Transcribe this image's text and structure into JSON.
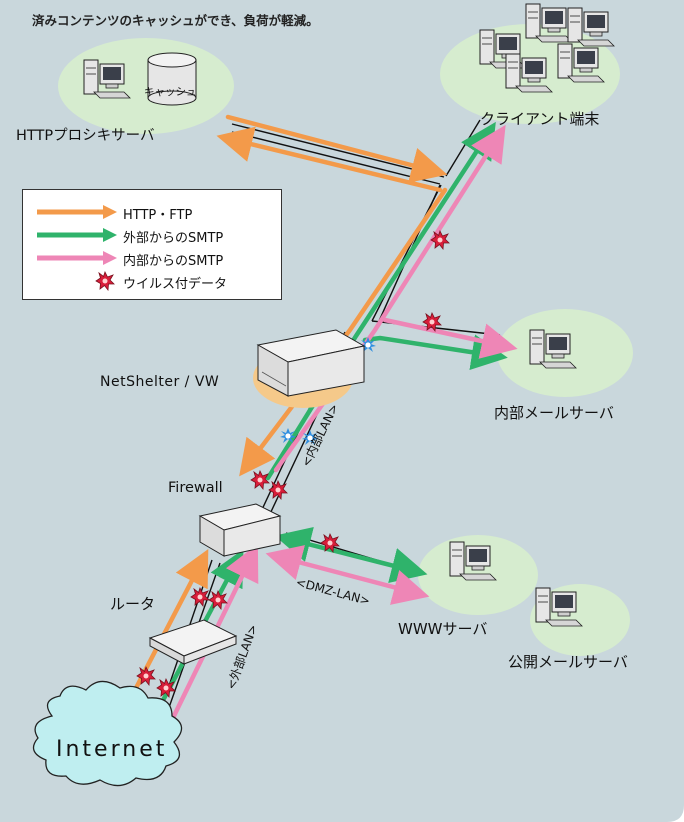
{
  "caption": "済みコンテンツのキャッシュができ、負荷が軽減。",
  "nodes": {
    "proxy": "HTTPプロシキサーバ",
    "cache": "キャッシュ",
    "clients": "クライアント端末",
    "netshelter": "NetShelter / VW",
    "internal_mail": "内部メールサーバ",
    "firewall": "Firewall",
    "router": "ルータ",
    "www": "WWWサーバ",
    "public_mail": "公開メールサーバ",
    "internet": "Internet"
  },
  "segments": {
    "internal_lan": "<内部LAN>",
    "dmz_lan": "<DMZ-LAN>",
    "external_lan": "<外部LAN>"
  },
  "legend": [
    {
      "label": "HTTP・FTP",
      "color": "#f39a4a",
      "kind": "arrow"
    },
    {
      "label": "外部からのSMTP",
      "color": "#2fb36b",
      "kind": "arrow"
    },
    {
      "label": "内部からのSMTP",
      "color": "#ee86b6",
      "kind": "arrow"
    },
    {
      "label": "ウイルス付データ",
      "color": "#d81e3a",
      "kind": "virus-icon"
    }
  ],
  "colors": {
    "background": "#c9d7dc",
    "node_bubble": "#d6eccf",
    "netshelter_glow": "#f5c98a",
    "http": "#f39a4a",
    "smtp_in": "#2fb36b",
    "smtp_out": "#ee86b6",
    "virus": "#d81e3a",
    "blocked_spark": "#2f8fe0"
  }
}
